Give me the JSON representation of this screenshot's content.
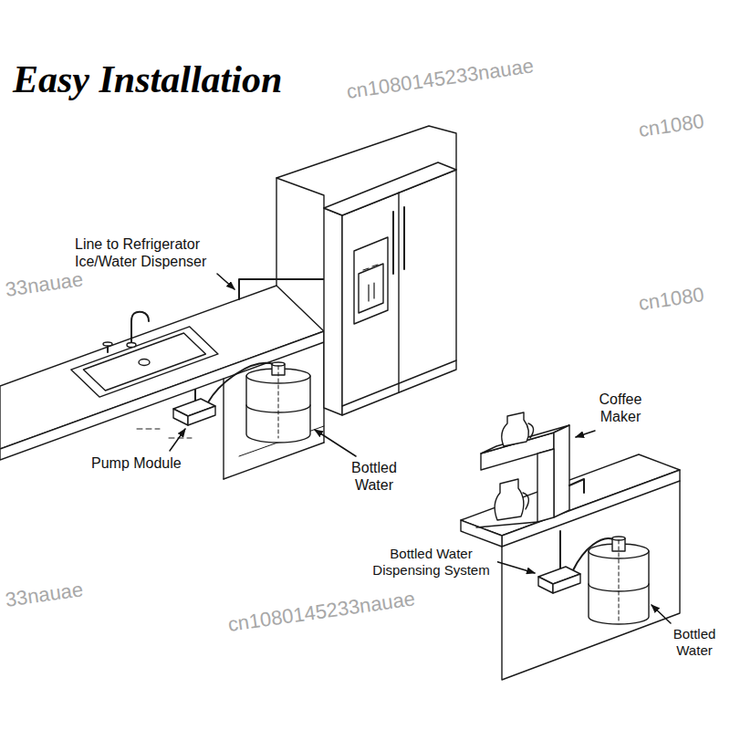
{
  "diagram": {
    "title": "Easy Installation",
    "labels": [
      "Line to Refrigerator Ice/Water Dispenser",
      "Pump Module",
      "Bottled Water",
      "Coffee Maker",
      "Bottled Water Dispensing System",
      "Bottled Water",
      "cn1080145233nauae",
      "cn1080",
      "33nauae",
      "cn1080",
      "33nauae",
      "cn1080145233nauae"
    ]
  }
}
